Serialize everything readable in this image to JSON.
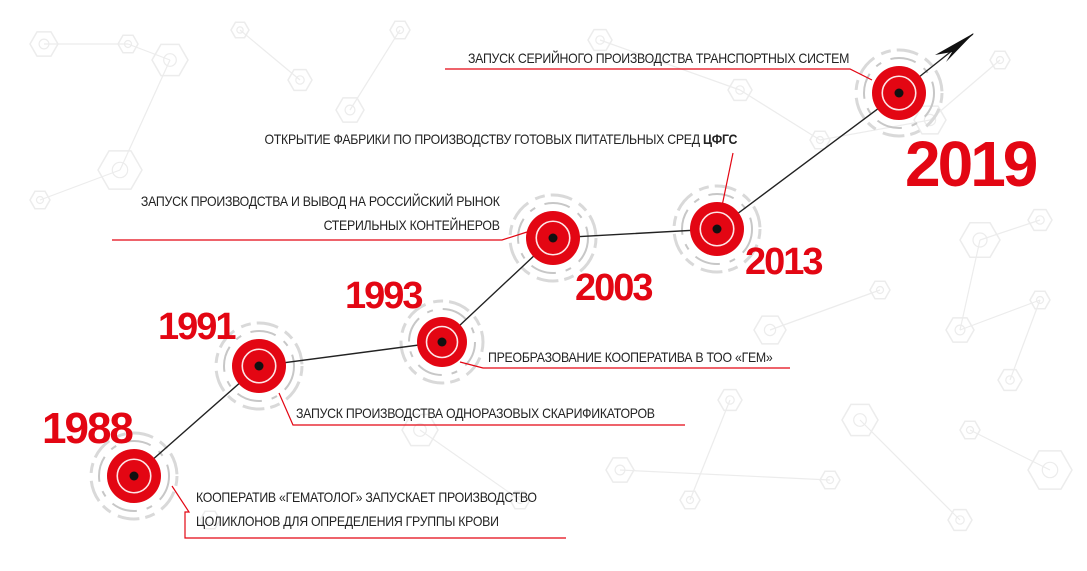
{
  "colors": {
    "accent": "#e30613",
    "line": "#222222",
    "text": "#222222",
    "decor": "#ececec"
  },
  "timeline": {
    "milestones": [
      {
        "year": "1988",
        "text_line1": "КООПЕРАТИВ «ГЕМАТОЛОГ» ЗАПУСКАЕТ ПРОИЗВОДСТВО",
        "text_line2": "ЦОЛИКЛОНОВ ДЛЯ ОПРЕДЕЛЕНИЯ ГРУППЫ КРОВИ"
      },
      {
        "year": "1991",
        "text_line1": "ЗАПУСК ПРОИЗВОДСТВА ОДНОРАЗОВЫХ СКАРИФИКАТОРОВ"
      },
      {
        "year": "1993",
        "text_line1": "ПРЕОБРАЗОВАНИЕ КООПЕРАТИВА В ТОО «ГЕМ»"
      },
      {
        "year": "2003",
        "text_line1": "ЗАПУСК ПРОИЗВОДСТВА И ВЫВОД НА РОССИЙСКИЙ РЫНОК",
        "text_line2": "СТЕРИЛЬНЫХ КОНТЕЙНЕРОВ"
      },
      {
        "year": "2013",
        "text_line1": "ОТКРЫТИЕ ФАБРИКИ ПО ПРОИЗВОДСТВУ ГОТОВЫХ ПИТАТЕЛЬНЫХ СРЕД",
        "text_bold": "ЦФГС"
      },
      {
        "year": "2019",
        "text_line1": "ЗАПУСК СЕРИЙНОГО ПРОИЗВОДСТВА ТРАНСПОРТНЫХ СИСТЕМ"
      }
    ]
  }
}
